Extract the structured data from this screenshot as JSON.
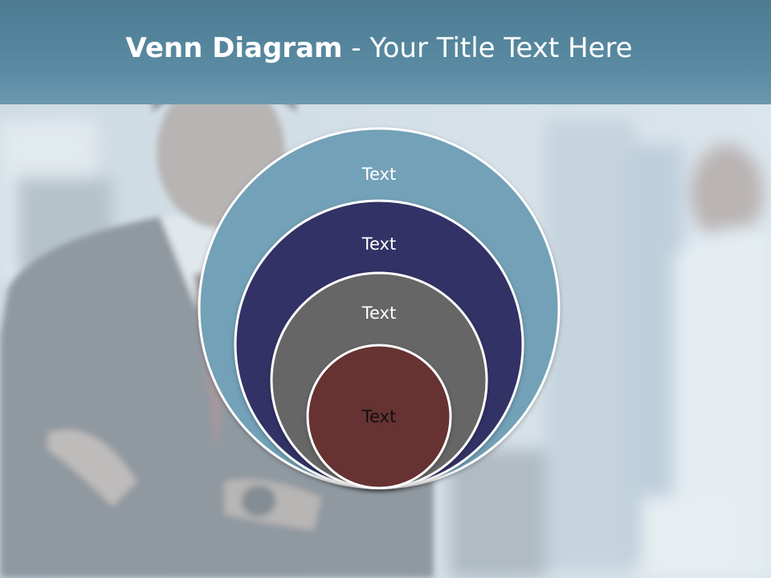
{
  "slide": {
    "title": {
      "bold_part": "Venn Diagram",
      "rest_part": " - Your Title Text Here"
    },
    "background_photo": "blurred office scene with a businessman in a dark suit, arms crossed",
    "colors": {
      "title_bar": "#5b8ca4",
      "circle_outer": "#73a1b7",
      "circle_second": "#333366",
      "circle_third": "#666666",
      "circle_inner": "#663333",
      "circle_stroke": "#ffffff"
    }
  },
  "diagram": {
    "circles": [
      {
        "label": "Text",
        "color": "#73a1b7",
        "text_color": "#ffffff"
      },
      {
        "label": "Text",
        "color": "#333366",
        "text_color": "#ffffff"
      },
      {
        "label": "Text",
        "color": "#666666",
        "text_color": "#ffffff"
      },
      {
        "label": "Text",
        "color": "#663333",
        "text_color": "#111111"
      }
    ]
  }
}
